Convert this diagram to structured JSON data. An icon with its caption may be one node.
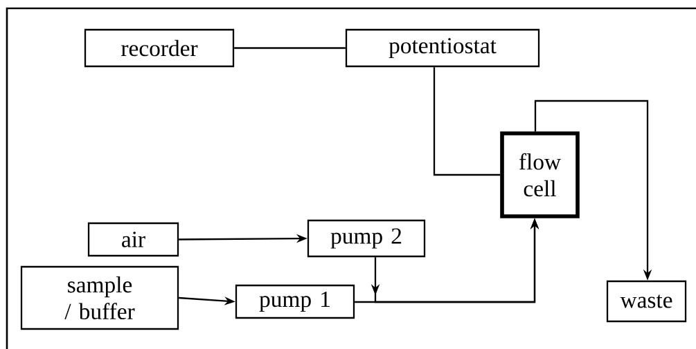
{
  "diagram": {
    "nodes": [
      {
        "text": [
          "recorder"
        ]
      },
      {
        "text": [
          "potentiostat"
        ]
      },
      {
        "text": [
          "flow cell"
        ]
      },
      {
        "text": [
          "air"
        ]
      },
      {
        "text": [
          "pump 2"
        ]
      },
      {
        "text": [
          "sample / buffer"
        ]
      },
      {
        "text": [
          "pump 1"
        ]
      },
      {
        "text": [
          "waste"
        ]
      }
    ],
    "edges": [
      {
        "from": 0,
        "to": 1,
        "arrow": "none"
      },
      {
        "from": 1,
        "to": 2,
        "arrow": "none"
      },
      {
        "from": 2,
        "to": 7,
        "arrow": "to"
      },
      {
        "from": 3,
        "to": 4,
        "arrow": "to"
      },
      {
        "from": 5,
        "to": 6,
        "arrow": "to"
      },
      {
        "from": 4,
        "to": 2,
        "arrow": "to"
      },
      {
        "from": 6,
        "to": 2,
        "arrow": "to"
      }
    ]
  }
}
